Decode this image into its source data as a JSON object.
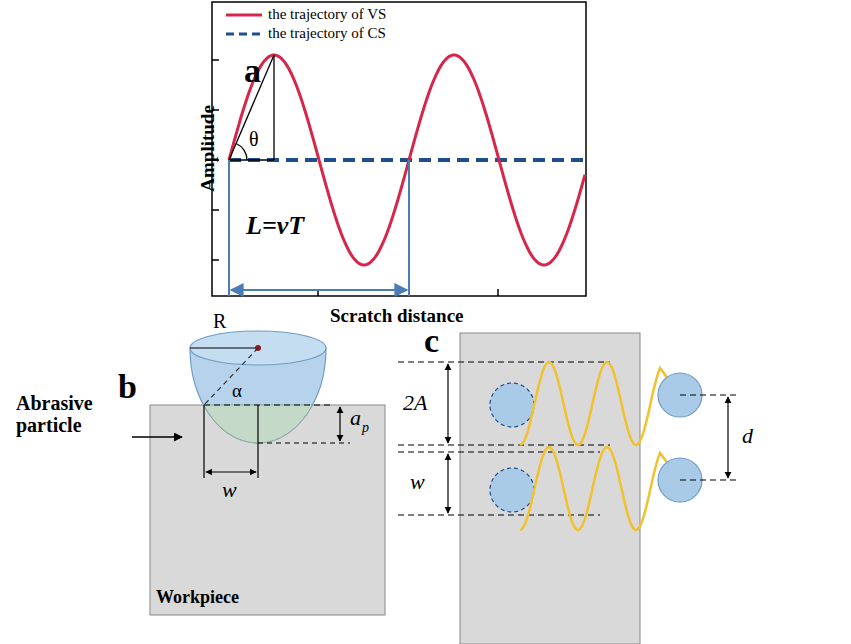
{
  "diagram": {
    "labels": [
      "a",
      "Amplitude",
      "θ",
      "L=vT",
      "Scratch distance",
      "b",
      "R",
      "α",
      "Abrasive particle",
      "a",
      "p",
      "w",
      "Workpiece",
      "c",
      "2A",
      "w",
      "d"
    ],
    "legend": [
      {
        "text": "the trajectory of VS"
      },
      {
        "text": "the trajectory of CS"
      }
    ]
  }
}
